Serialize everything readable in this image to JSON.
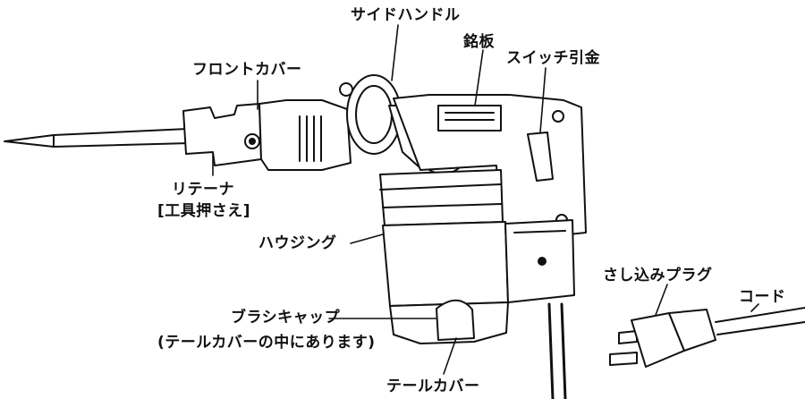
{
  "labels": {
    "side_handle": "サイドハンドル",
    "nameplate": "銘板",
    "front_cover": "フロントカバー",
    "switch_trigger": "スイッチ引金",
    "retainer": "リテーナ",
    "retainer_note": "[工具押さえ]",
    "housing": "ハウジング",
    "plug": "さし込みプラグ",
    "cord": "コード",
    "brush_cap": "ブラシキャップ",
    "brush_cap_note": "(テールカバーの中にあります)",
    "tail_cover": "テールカバー"
  }
}
